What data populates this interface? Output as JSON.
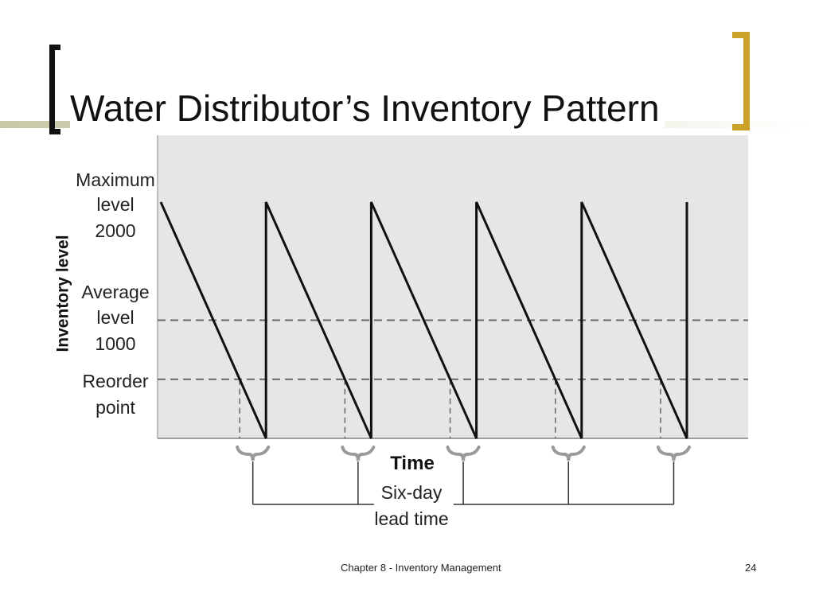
{
  "slide": {
    "title": "Water Distributor’s Inventory Pattern",
    "footer_text": "Chapter 8 - Inventory Management",
    "page_number": "24"
  },
  "colors": {
    "accent_gold": "#c9a227",
    "plot_background": "#e6e6e6",
    "line": "#111111",
    "dashed": "#666666"
  },
  "chart_data": {
    "type": "line",
    "ylabel": "Inventory level",
    "xlabel": "Time",
    "ylim": [
      0,
      2000
    ],
    "y_labels": {
      "maximum": [
        "Maximum",
        "level",
        "2000"
      ],
      "average": [
        "Average",
        "level",
        "1000"
      ],
      "reorder": [
        "Reorder",
        "point"
      ]
    },
    "reference_lines": [
      {
        "name": "average",
        "value": 1000,
        "style": "dashed"
      },
      {
        "name": "reorder",
        "value": 500,
        "style": "dashed"
      }
    ],
    "lead_time_label": [
      "Six-day",
      "lead time"
    ],
    "cycles": 5,
    "series": [
      {
        "x": [
          0,
          1,
          1,
          2,
          2,
          3,
          3,
          4,
          4,
          5,
          5
        ],
        "values": [
          2000,
          0,
          2000,
          0,
          2000,
          0,
          2000,
          0,
          2000,
          0,
          2000
        ]
      }
    ],
    "reorder_cycle_fraction": 0.75,
    "grid": false
  }
}
